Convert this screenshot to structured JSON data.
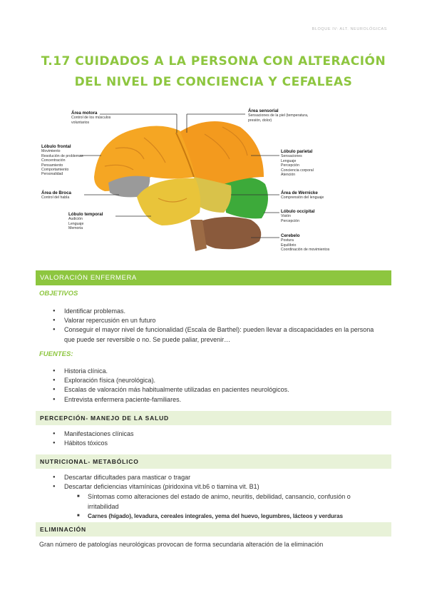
{
  "header_note": "BLOQUE IV: ALT. NEUROLÓGICAS",
  "title": "T.17 CUIDADOS A LA PERSONA CON ALTERACIÓN DEL NIVEL DE CONCIENCIA Y CEFALEAS",
  "brain": {
    "motora": {
      "t": "Área motora",
      "d": "Control de los músculos voluntarios"
    },
    "frontal": {
      "t": "Lóbulo frontal",
      "d": [
        "Movimiento",
        "Resolución de problemas",
        "Concentración",
        "Pensamiento",
        "Comportamiento",
        "Personalidad"
      ]
    },
    "broca": {
      "t": "Área de Broca",
      "d": "Control del habla"
    },
    "temporal": {
      "t": "Lóbulo temporal",
      "d": [
        "Audición",
        "Lenguaje",
        "Memoria"
      ]
    },
    "sensorial": {
      "t": "Área sensorial",
      "d": "Sensaciones de la piel (temperatura, presión, dolor)"
    },
    "parietal": {
      "t": "Lóbulo parietal",
      "d": [
        "Sensaciones",
        "Lenguaje",
        "Percepción",
        "Conciencia corporal",
        "Atención"
      ]
    },
    "wernicke": {
      "t": "Área de Wernicke",
      "d": "Comprensión del lenguaje"
    },
    "occipital": {
      "t": "Lóbulo occipital",
      "d": [
        "Visión",
        "Percepción"
      ]
    },
    "cerebelo": {
      "t": "Cerebelo",
      "d": [
        "Postura",
        "Equilibrio",
        "Coordinación de movimientos"
      ]
    }
  },
  "valoracion": "VALORACIÓN ENFERMERA",
  "objetivos": {
    "heading": "OBJETIVOS",
    "items": [
      "Identificar problemas.",
      "Valorar repercusión en un futuro",
      "Conseguir el mayor nivel de funcionalidad (Escala de Barthel): pueden llevar a discapacidades en la persona que puede ser reversible o no. Se puede paliar, prevenir…"
    ]
  },
  "fuentes": {
    "heading": "FUENTES:",
    "items": [
      "Historia clínica.",
      "Exploración física (neurológica).",
      "Escalas de valoración más habitualmente utilizadas en pacientes neurológicos.",
      "Entrevista enfermera paciente-familiares."
    ]
  },
  "percepcion": {
    "heading": "PERCEPCIÓN- MANEJO DE LA SALUD",
    "items": [
      "Manifestaciones clínicas",
      "Hábitos tóxicos"
    ]
  },
  "nutricional": {
    "heading": "NUTRICIONAL- METABÓLICO",
    "items": [
      "Descartar dificultades para masticar o tragar",
      "Descartar deficiencias vitamínicas (piridoxina vit.b6 o tiamina vit. B1)"
    ],
    "sub": [
      "Síntomas como alteraciones del estado de animo, neuritis, debilidad, cansancio, confusión o irritabilidad",
      "Carnes (hígado), levadura, cereales integrales, yema del huevo, legumbres, lácteos y verduras"
    ]
  },
  "eliminacion": {
    "heading": "ELIMINACIÓN",
    "text": "Gran número de patologías neurológicas provocan de forma secundaria alteración de la eliminación"
  }
}
